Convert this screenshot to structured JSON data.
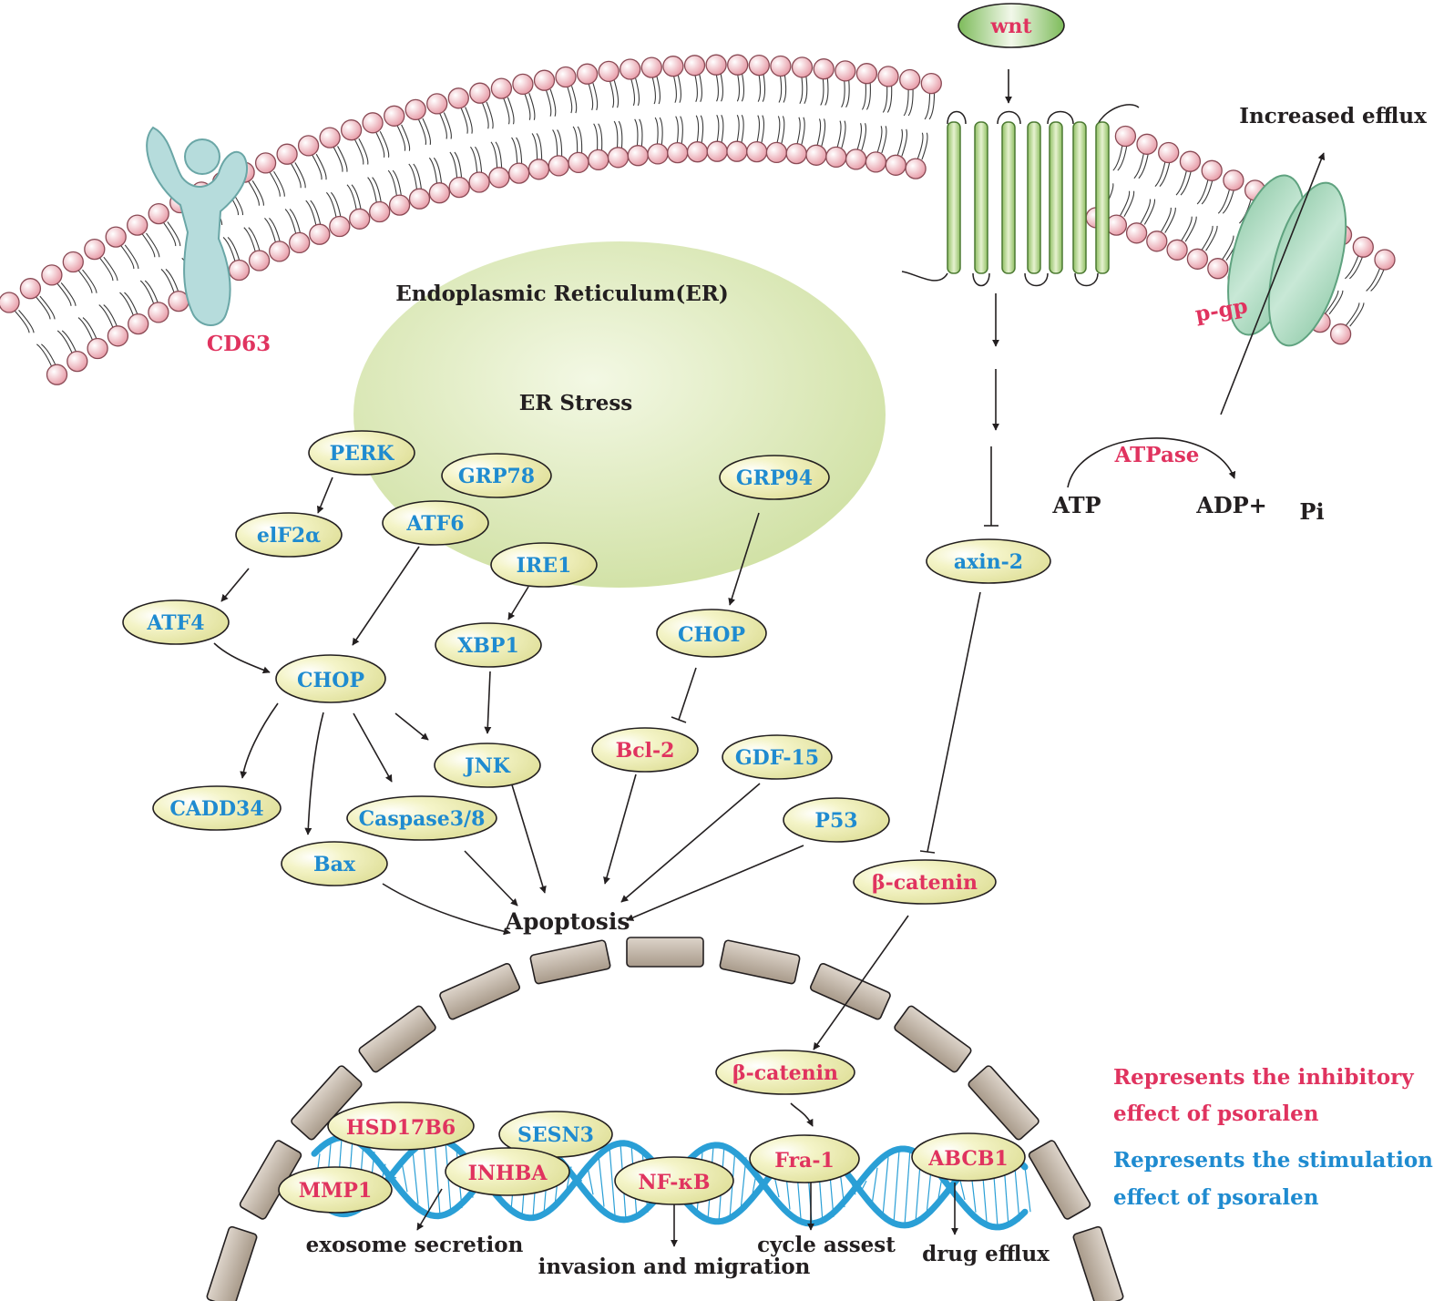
{
  "colors": {
    "inhibit": "#e0335f",
    "stimulate": "#1f8bd0",
    "text_dark": "#231f20",
    "node_fill": "#eeeeb4",
    "lipid_head": "#f2bcc4",
    "er_fill": "#d8e6b0",
    "receptor_fill": "#a8d4a0",
    "pgp_fill": "#a9d8bf",
    "cd63_fill": "#b6dcdc",
    "nuclear_segment": "#c9beb2",
    "dna": "#2a9fd6"
  },
  "labels": {
    "wnt": "wnt",
    "cd63": "CD63",
    "er_title": "Endoplasmic Reticulum(ER)",
    "er_stress": "ER Stress",
    "increased_efflux": "Increased efflux",
    "pgp": "p-gp",
    "atpase": "ATPase",
    "atp": "ATP",
    "adp": "ADP+",
    "pi": "Pi",
    "apoptosis": "Apoptosis",
    "exosome_secretion": "exosome secretion",
    "invasion_migration": "invasion and migration",
    "cycle_assest": "cycle assest",
    "drug_efflux": "drug efflux"
  },
  "nodes": {
    "perk": "PERK",
    "grp78": "GRP78",
    "grp94": "GRP94",
    "eif2a": "elF2α",
    "atf6": "ATF6",
    "ire1": "IRE1",
    "atf4": "ATF4",
    "xbp1": "XBP1",
    "chop_left": "CHOP",
    "chop_right": "CHOP",
    "jnk": "JNK",
    "bcl2": "Bcl-2",
    "gdf15": "GDF-15",
    "cadd34": "CADD34",
    "caspase": "Caspase3/8",
    "p53": "P53",
    "bax": "Bax",
    "axin2": "axin-2",
    "bcat_cyto": "β-catenin",
    "bcat_nuc": "β-catenin",
    "hsd17b6": "HSD17B6",
    "sesn3": "SESN3",
    "mmp1": "MMP1",
    "inhba": "INHBA",
    "nfkb": "NF-κB",
    "fra1": "Fra-1",
    "abcb1": "ABCB1"
  },
  "legend": {
    "inhibit_line1": "Represents the inhibitory",
    "inhibit_line2": "effect of psoralen",
    "stimulate_line1": "Represents the stimulation",
    "stimulate_line2": "effect of psoralen"
  }
}
